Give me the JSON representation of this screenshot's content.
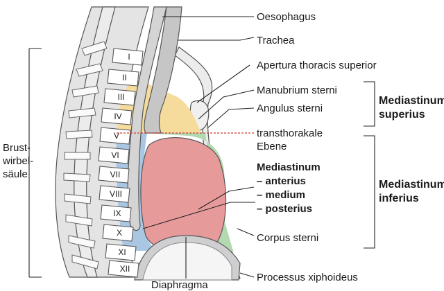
{
  "labels": {
    "oesophagus": "Oesophagus",
    "trachea": "Trachea",
    "apertura": "Apertura thoracis superior",
    "manubrium": "Manubrium sterni",
    "angulus": "Angulus sterni",
    "transthorakale_1": "transthorakale",
    "transthorakale_2": "Ebene",
    "mediastinum": "Mediastinum",
    "anterius": "– anterius",
    "medium": "– medium",
    "posterius": "– posterius",
    "corpus": "Corpus sterni",
    "processus": "Processus xiphoideus",
    "diaphragma": "Diaphragma",
    "brust_1": "Brust-",
    "brust_2": "wirbel-",
    "brust_3": "säule",
    "superius_1": "Mediastinum",
    "superius_2": "superius",
    "inferius_1": "Mediastinum",
    "inferius_2": "inferius"
  },
  "vertebrae": [
    "I",
    "II",
    "III",
    "IV",
    "V",
    "VI",
    "VII",
    "VIII",
    "IX",
    "X",
    "XI",
    "XII"
  ],
  "colors": {
    "superius": "#f5dc9c",
    "posterius": "#a9c6e3",
    "anterius": "#b3d9b0",
    "medium": "#e79a9a",
    "diaphragma": "#cfcfd2",
    "bone": "#dedede",
    "trachea": "#c6c6c6",
    "plane": "#d23c32"
  }
}
